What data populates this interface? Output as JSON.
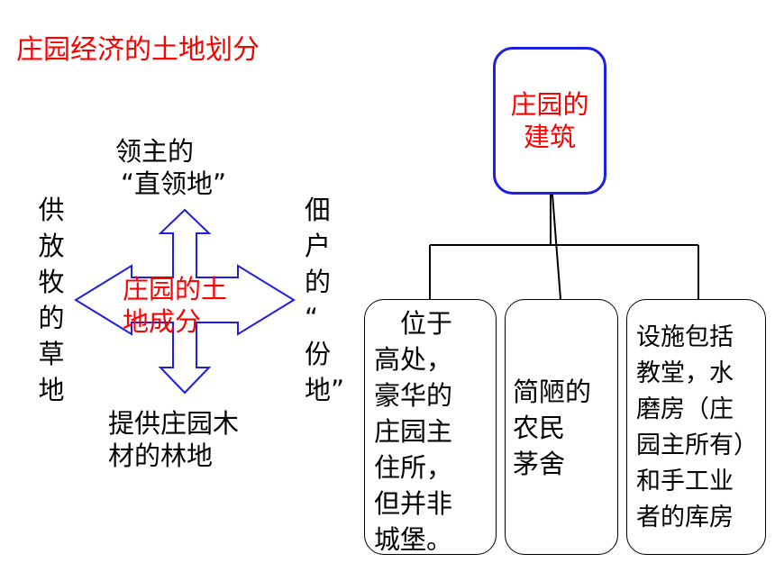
{
  "title": "庄园经济的土地划分",
  "land": {
    "top_label_line1": "领主的",
    "top_label_line2": "“直领地”",
    "left_label": [
      "供",
      "放",
      "牧",
      "的",
      "草",
      "地"
    ],
    "right_label": [
      "佃",
      "户",
      "的",
      "“",
      "份",
      "地”"
    ],
    "bottom_label_line1": "提供庄园木",
    "bottom_label_line2": "材的林地",
    "center_line1": "庄园的土",
    "center_line2": "地成分"
  },
  "buildings": {
    "root_line1": "庄园的",
    "root_line2": "建筑",
    "leaves": [
      {
        "lines": [
          "　位于",
          "高处，",
          "豪华的",
          "庄园主",
          "住所，",
          "但并非",
          "城堡。"
        ]
      },
      {
        "lines": [
          "简陋的",
          "农民",
          "茅舍"
        ]
      },
      {
        "lines": [
          "设施包括",
          "教堂，水",
          "磨房（庄",
          "园主所有）",
          "和手工业",
          "者的库房"
        ]
      }
    ]
  },
  "colors": {
    "title": "#ff0000",
    "arrow_outline": "#1f1fe0",
    "root_border": "#1f1fe0",
    "center_text": "#ff0000"
  }
}
